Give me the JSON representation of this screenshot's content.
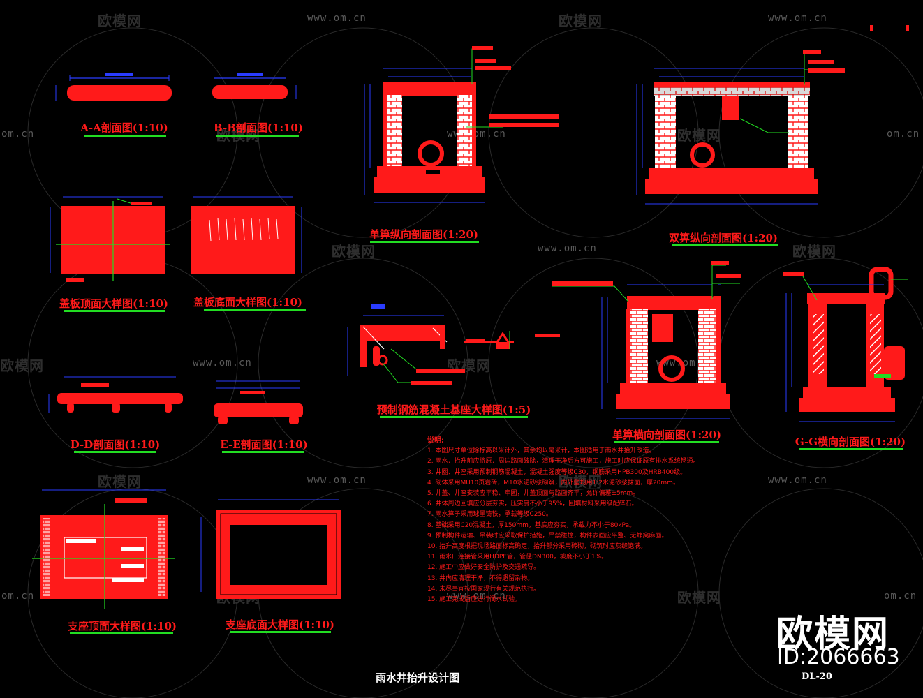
{
  "drawing": {
    "title": "雨水井抬升设计图",
    "sheet_no": "DL-20",
    "views": [
      {
        "id": "aa",
        "label": "A-A剖面图(1:10)"
      },
      {
        "id": "bb",
        "label": "B-B剖面图(1:10)"
      },
      {
        "id": "cover-top",
        "label": "盖板顶面大样图(1:10)"
      },
      {
        "id": "cover-bottom",
        "label": "盖板底面大样图(1:10)"
      },
      {
        "id": "dd",
        "label": "D-D剖面图(1:10)"
      },
      {
        "id": "ee",
        "label": "E-E剖面图(1:10)"
      },
      {
        "id": "seat-top",
        "label": "支座顶面大样图(1:10)"
      },
      {
        "id": "seat-bottom",
        "label": "支座底面大样图(1:10)"
      },
      {
        "id": "single-long",
        "label": "单箅纵向剖面图(1:20)"
      },
      {
        "id": "double-long",
        "label": "双箅纵向剖面图(1:20)"
      },
      {
        "id": "precast",
        "label": "预制钢筋混凝土基座大样图(1:5)"
      },
      {
        "id": "single-trans",
        "label": "单箅横向剖面图(1:20)"
      },
      {
        "id": "gg",
        "label": "G-G横向剖面图(1:20)"
      }
    ],
    "notes_heading": "说明:",
    "notes": [
      "1. 本图尺寸单位除标高以米计外，其余均以毫米计，本图适用于雨水井抬升改造。",
      "2. 雨水井抬升前应将原井周边路面破除，清理干净后方可施工，施工时应保证原有排水系统畅通。",
      "3. 井圈、井座采用预制钢筋混凝土，混凝土强度等级C30，钢筋采用HPB300及HRB400级。",
      "4. 砌体采用MU10页岩砖，M10水泥砂浆砌筑，内外壁均用1:2水泥砂浆抹面，厚20mm。",
      "5. 井盖、井座安装应平稳、牢固，井盖顶面与路面齐平，允许偏差±5mm。",
      "6. 井体周边回填应分层夯实，压实度不小于95%，回填材料采用级配碎石。",
      "7. 雨水箅子采用球墨铸铁，承载等级C250。",
      "8. 基础采用C20混凝土，厚150mm，基底应夯实，承载力不小于80kPa。",
      "9. 预制构件运输、吊装时应采取保护措施，严禁碰撞，构件表面应平整、无蜂窝麻面。",
      "10. 抬升高度根据现场路面标高确定，抬升部分采用砖砌，砌筑时应灰缝饱满。",
      "11. 雨水口连接管采用HDPE管，管径DN300，坡度不小于1%。",
      "12. 施工中应做好安全防护及交通疏导。",
      "13. 井内应清理干净，不得遗留杂物。",
      "14. 未尽事宜按国家现行有关规范执行。",
      "15. 施工完成后应进行闭水试验。"
    ]
  },
  "watermarks": {
    "brand_cn": "欧模网",
    "url": "www.om.cn",
    "url_fragment": "om.cn",
    "brand_fragment": "欧模网"
  },
  "branding": {
    "name": "欧模网",
    "id_text": "ID:2066663"
  },
  "colors": {
    "background": "#000000",
    "fill": "#ff1a1a",
    "dimension": "#2a3cff",
    "leader": "#22dd22",
    "brick": "#ffffff",
    "watermark": "#555555"
  }
}
